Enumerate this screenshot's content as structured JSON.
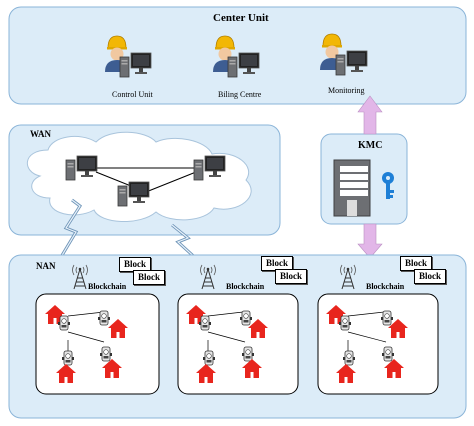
{
  "center_unit": {
    "title": "Center Unit",
    "stations": [
      "Control Unit",
      "Biling Centre",
      "Monitoring"
    ]
  },
  "wan": {
    "title": "WAN"
  },
  "kmc": {
    "title": "KMC"
  },
  "nan": {
    "title": "NAN",
    "blockchain_label": "Blockchain",
    "block_label": "Block"
  },
  "colors": {
    "region_fill": "#dcecf8",
    "region_border": "#8ab4d8",
    "house": "#e8251d",
    "arrow": "#e2b6e8",
    "key": "#1e7fd6"
  }
}
